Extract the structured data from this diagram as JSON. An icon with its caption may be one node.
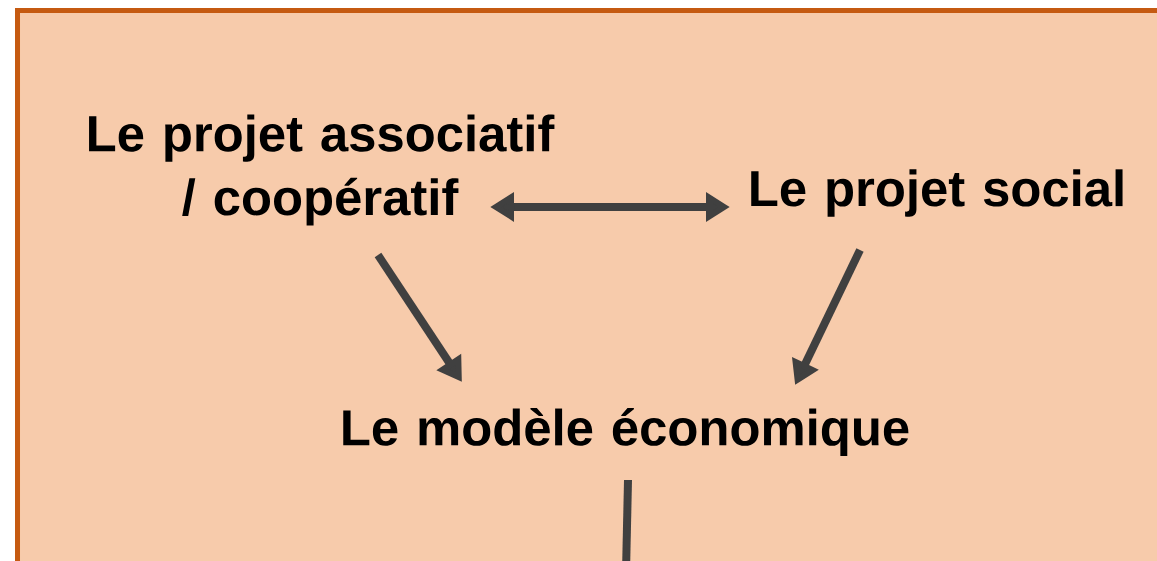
{
  "diagram": {
    "nodes": [
      {
        "text": [],
        "shape": "box"
      },
      {
        "text": [
          "Le projet associatif / coopératif"
        ],
        "in": 0
      },
      {
        "text": [
          "Le projet social"
        ],
        "in": 0
      },
      {
        "text": [
          "Le modèle économique"
        ],
        "in": 0
      }
    ],
    "edges": [
      {
        "from": 1,
        "to": 2,
        "arrow": "both"
      },
      {
        "from": 1,
        "to": 3,
        "arrow": "to"
      },
      {
        "from": 2,
        "to": 3,
        "arrow": "to"
      },
      {
        "from": 3,
        "to": null,
        "arrow": "none"
      }
    ]
  }
}
